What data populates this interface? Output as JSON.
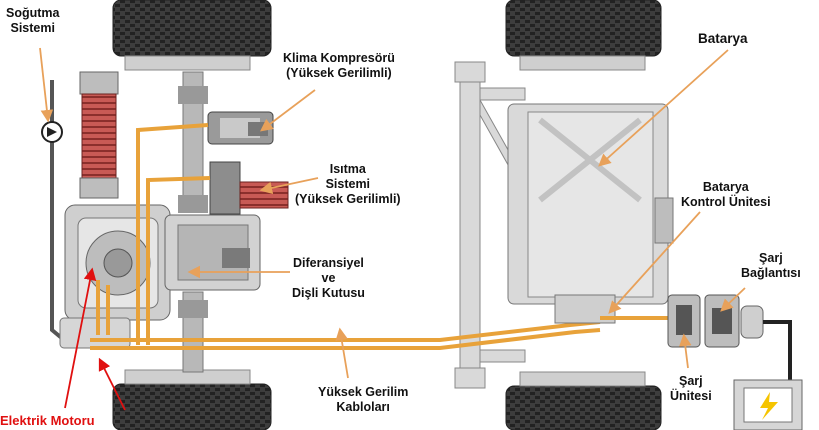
{
  "labels": {
    "cooling": [
      "Soğutma",
      "Sistemi"
    ],
    "ac_compressor": [
      "Klima Kompresörü",
      "(Yüksek Gerilimli)"
    ],
    "heating": [
      "Isıtma",
      "Sistemi",
      "(Yüksek Gerilimli)"
    ],
    "differential": [
      "Diferansiyel",
      "ve",
      "Dişli Kutusu"
    ],
    "hv_cables": [
      "Yüksek Gerilim",
      "Kabloları"
    ],
    "electric_motor": "Elektrik Motoru",
    "battery": "Batarya",
    "bms": [
      "Batarya",
      "Kontrol Ünitesi"
    ],
    "charge_port": [
      "Şarj",
      "Bağlantısı"
    ],
    "charger": [
      "Şarj",
      "Ünitesi"
    ]
  },
  "colors": {
    "callout_arrow": "#e8a15a",
    "motor_arrow": "#e01010",
    "hv_cable": "#e8a23a",
    "cooling_coil": "#c0504d",
    "charge_icon": "#f5c400"
  }
}
